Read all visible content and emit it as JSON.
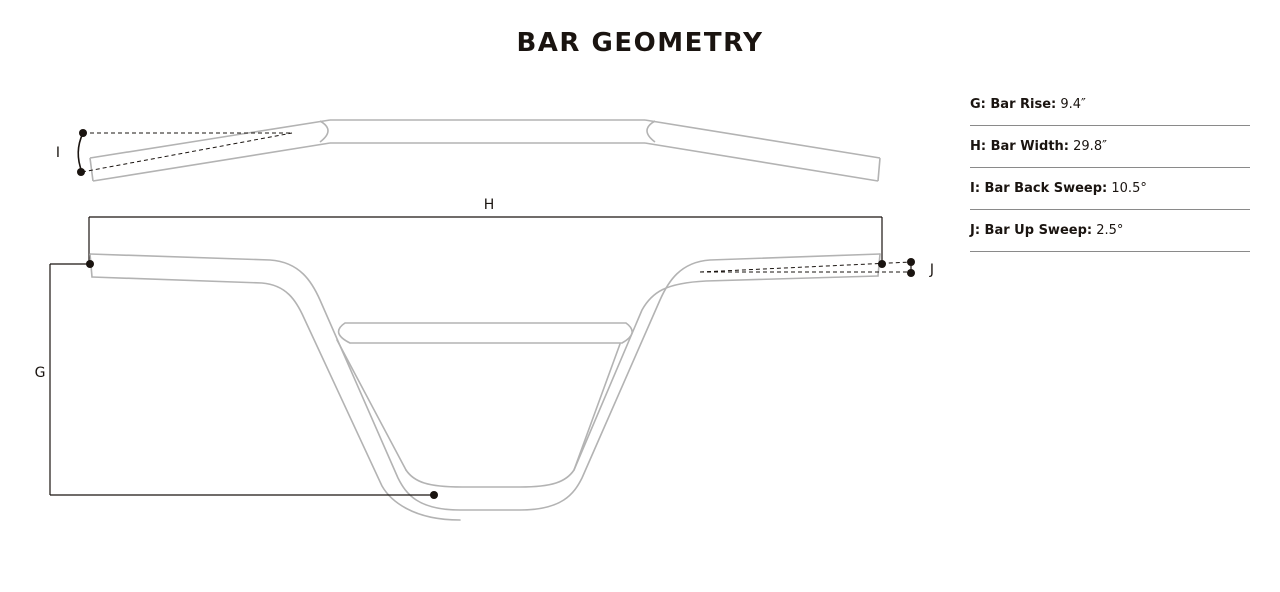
{
  "page": {
    "title": "BAR GEOMETRY"
  },
  "diagram": {
    "labels": {
      "g": "G",
      "h": "H",
      "i": "I",
      "j": "J"
    },
    "colors": {
      "tube_outline": "#b3b3b3",
      "dimension_line": "#1a1410",
      "marker": "#1a1410"
    }
  },
  "specs": [
    {
      "label": "G: Bar Rise:",
      "value": "9.4″"
    },
    {
      "label": "H: Bar Width:",
      "value": "29.8″"
    },
    {
      "label": "I: Bar Back Sweep:",
      "value": "10.5°"
    },
    {
      "label": "J: Bar Up Sweep:",
      "value": "2.5°"
    }
  ]
}
